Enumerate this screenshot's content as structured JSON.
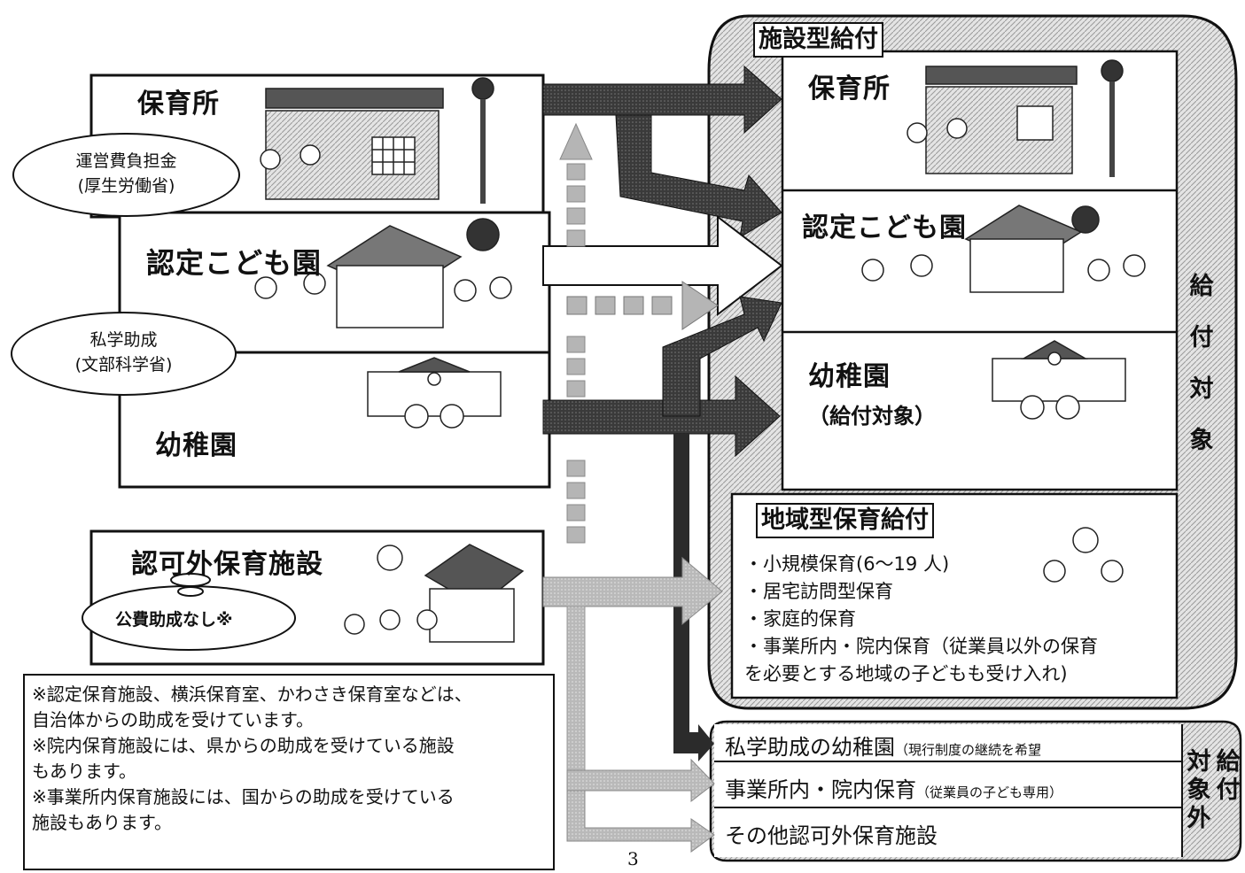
{
  "left": {
    "hoikusho": "保育所",
    "nintei": "認定こども園",
    "youchien": "幼稚園",
    "ninkagai": "認可外保育施設"
  },
  "bubbles": {
    "unei_1": "運営費負担金",
    "unei_2": "(厚生労働省)",
    "shigaku_1": "私学助成",
    "shigaku_2": "(文部科学省)",
    "kouhi": "公費助成なし※"
  },
  "notes": [
    "※認定保育施設、横浜保育室、かわさき保育室などは、",
    "自治体からの助成を受けています。",
    "※院内保育施設には、県からの助成を受けている施設",
    "もあります。",
    "※事業所内保育施設には、国からの助成を受けている",
    "施設もあります。"
  ],
  "right": {
    "shisetsu_title": "施設型給付",
    "hoikusho": "保育所",
    "nintei": "認定こども園",
    "youchien": "幼稚園",
    "youchien_sub": "（給付対象）",
    "chiiki_title": "地域型保育給付",
    "chiiki_items": [
      "・小規模保育(6～19 人)",
      "・居宅訪問型保育",
      "・家庭的保育",
      "・事業所内・院内保育（従業員以外の保育",
      "を必要とする地域の子どもも受け入れ)"
    ],
    "kyufu_taisho": [
      "給",
      "付",
      "対",
      "象"
    ]
  },
  "bottom_right": {
    "row1_main": "私学助成の幼稚園",
    "row1_sub": "（現行制度の継続を希望",
    "row2_main": "事業所内・院内保育",
    "row2_sub": "（従業員の子ども専用）",
    "row3_main": "その他認可外保育施設",
    "kyufu_gai_col1": [
      "対",
      "象",
      "外"
    ],
    "kyufu_gai_col2": [
      "給",
      "付"
    ]
  },
  "page_number": "3",
  "colors": {
    "arrow_dark": "#2b2b2b",
    "arrow_light": "#b5b5b5",
    "hatch": "#c9c9c9"
  }
}
